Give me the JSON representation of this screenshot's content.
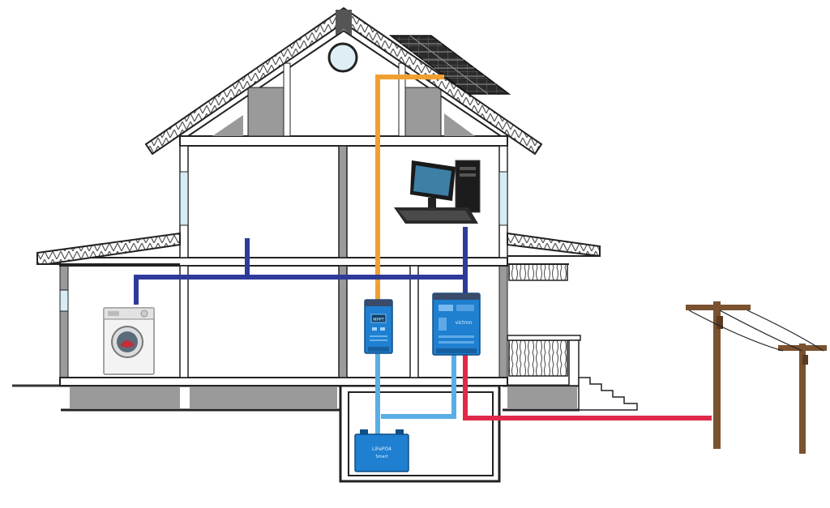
{
  "scene": {
    "charge_controller": {
      "display_text": "MPPT"
    },
    "inverter_charger": {
      "brand_text": "victron"
    },
    "battery": {
      "label_line1": "LiFePO4",
      "label_line2": "Smart"
    }
  },
  "colors": {
    "solar_cable": "#f0a030",
    "ac_loads_cable": "#2e3a9a",
    "dc_battery_cable": "#5aaee6",
    "grid_cable": "#e0294a",
    "victron_blue": "#1f7fd0",
    "pole_wood": "#7a5230",
    "wall_gray": "#9a9a9a",
    "roof_dark": "#333333"
  },
  "icons": [
    "solar-panel-icon",
    "desktop-computer-icon",
    "washing-machine-icon",
    "charge-controller-icon",
    "inverter-charger-icon",
    "battery-icon",
    "utility-pole-icon"
  ]
}
